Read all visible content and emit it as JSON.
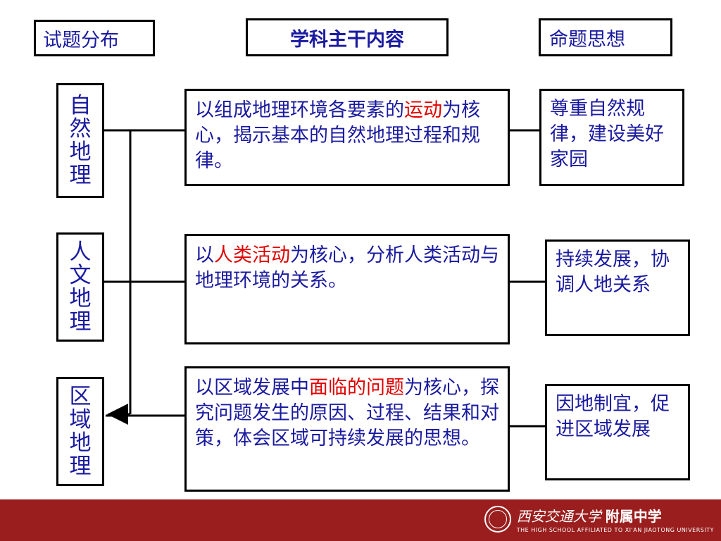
{
  "headers": {
    "distribution": "试题分布",
    "main_content_highlight": "学科",
    "main_content_rest": "主干内容",
    "thought": "命题思想"
  },
  "categories": [
    {
      "label": "自然地理",
      "chars": [
        "自",
        "然",
        "地",
        "理"
      ]
    },
    {
      "label": "人文地理",
      "chars": [
        "人",
        "文",
        "地",
        "理"
      ]
    },
    {
      "label": "区域地理",
      "chars": [
        "区",
        "域",
        "地",
        "理"
      ]
    }
  ],
  "contents": [
    {
      "before": "以组成地理环境各要素的",
      "highlight": "运动",
      "after": "为核心，揭示基本的自然地理过程和规律。"
    },
    {
      "before": "以",
      "highlight": "人类活动",
      "after": "为核心，分析人类活动与地理环境的关系。"
    },
    {
      "before": "以区域发展中",
      "highlight": "面临的问题",
      "after": "为核心，探究问题发生的原因、过程、结果和对策，体会区域可持续发展的思想。"
    }
  ],
  "thoughts": [
    "尊重自然规律，建设美好家园",
    "持续发展，协调人地关系",
    "因地制宜，促进区域发展"
  ],
  "footer": {
    "logo_script": "西安交通大学",
    "logo_bold": "附属中学",
    "logo_sub": "THE HIGH SCHOOL AFFILIATED TO XI'AN JIAOTONG UNIVERSITY"
  },
  "colors": {
    "text": "#1a1aa0",
    "highlight": "#e00000",
    "footer": "#9a1e1e"
  }
}
